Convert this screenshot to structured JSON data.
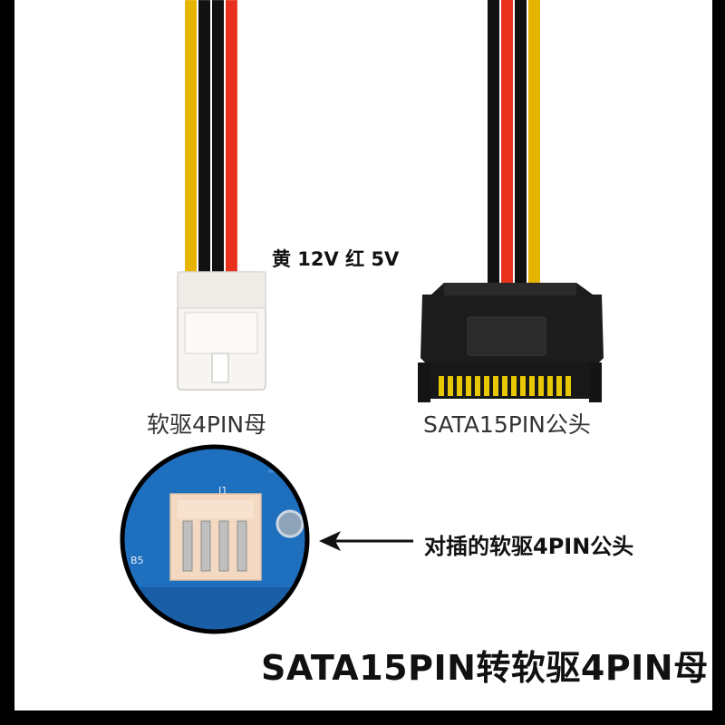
{
  "labels": {
    "voltage": "黄 12V   红 5V",
    "floppy_connector": "软驱4PIN母",
    "sata_connector": "SATA15PIN公头",
    "arrow_note": "对插的软驱4PIN公头",
    "main_title": "SATA15PIN转软驱4PIN母"
  },
  "board_silkscreen": {
    "j1": "J1",
    "b5": "B5"
  },
  "colors": {
    "yellow_wire": "#e6b400",
    "black_wire": "#111111",
    "red_wire": "#e8321e",
    "board_blue": "#1f6fbf",
    "pin_gold": "#e8c800",
    "connector_white": "#f7f5f2",
    "sata_body": "#1c1c1c"
  }
}
